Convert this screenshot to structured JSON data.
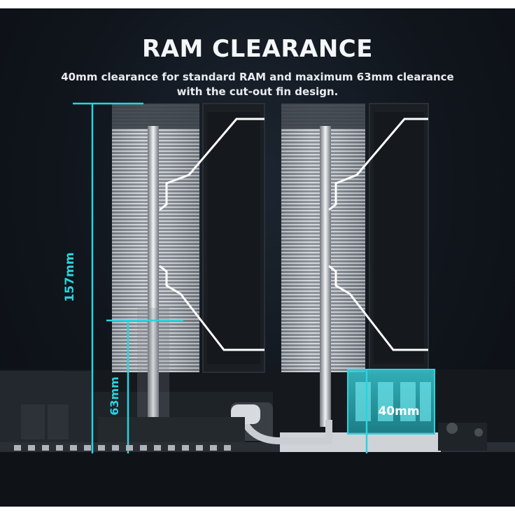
{
  "title": "RAM CLEARANCE",
  "subtitle_line1": "40mm clearance for standard RAM and maximum 63mm clearance",
  "subtitle_line2": "with the cut-out fin design.",
  "measurements": {
    "total_height": "157mm",
    "max_clearance": "63mm",
    "standard_ram": "40mm"
  },
  "colors": {
    "accent": "#2ad4e0",
    "background": "#10151c",
    "text": "#f4f6f8"
  }
}
